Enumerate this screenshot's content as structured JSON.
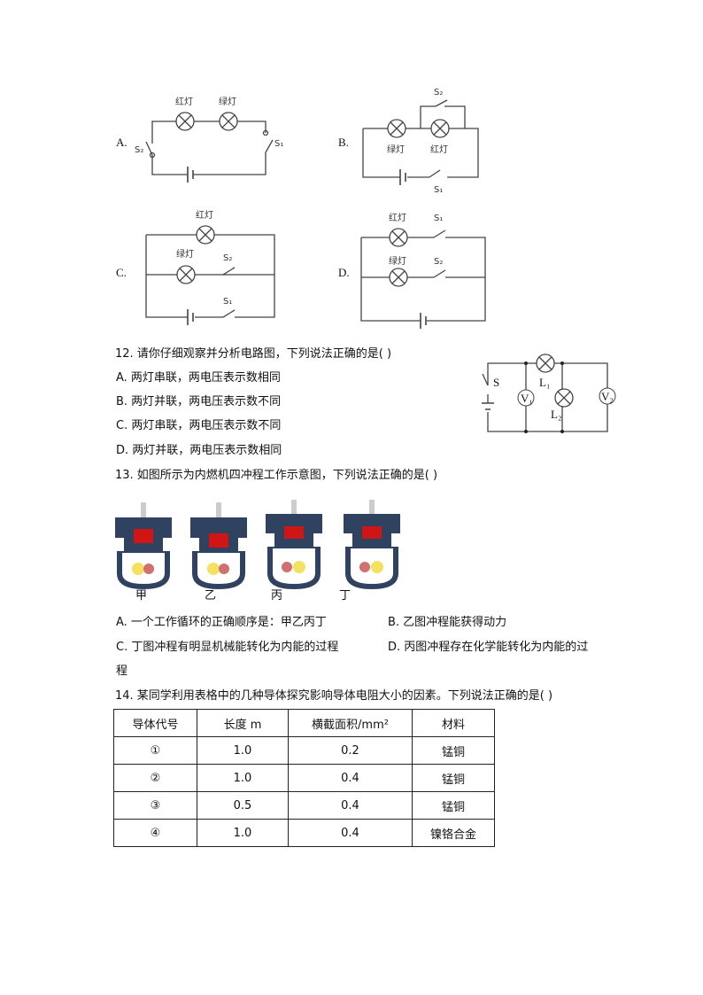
{
  "q11": {
    "options": [
      "A.",
      "B.",
      "C.",
      "D."
    ],
    "red": "红灯",
    "green": "绿灯",
    "s1": "S1",
    "s2": "S2"
  },
  "q12": {
    "stem": "12. 请你仔细观察并分析电路图，下列说法正确的是(    )",
    "options": [
      "A. 两灯串联，两电压表示数相同",
      "B. 两灯并联，两电压表示数不同",
      "C. 两灯串联，两电压表示数不同",
      "D. 两灯并联，两电压表示数相同"
    ],
    "labels": {
      "s": "S",
      "l1": "L1",
      "l2": "L2",
      "v1": "V1",
      "v2": "V2"
    }
  },
  "q13": {
    "stem": "13. 如图所示为内燃机四冲程工作示意图，下列说法正确的是(    )",
    "engine_labels": [
      "甲",
      "乙",
      "丙",
      "丁"
    ],
    "options": [
      "A. 一个工作循环的正确顺序是：甲乙丙丁",
      "B. 乙图冲程能获得动力",
      "C. 丁图冲程有明显机械能转化为内能的过程",
      "D. 丙图冲程存在化学能转化为内能的过"
    ],
    "option_d_wrap": "程"
  },
  "q14": {
    "stem": "14. 某同学利用表格中的几种导体探究影响导体电阻大小的因素。下列说法正确的是(    )",
    "headers": [
      "导体代号",
      "长度 m",
      "横截面积/mm²",
      "材料"
    ],
    "rows": [
      [
        "①",
        "1.0",
        "0.2",
        "锰铜"
      ],
      [
        "②",
        "1.0",
        "0.4",
        "锰铜"
      ],
      [
        "③",
        "0.5",
        "0.4",
        "锰铜"
      ],
      [
        "④",
        "1.0",
        "0.4",
        "镍铬合金"
      ]
    ]
  }
}
